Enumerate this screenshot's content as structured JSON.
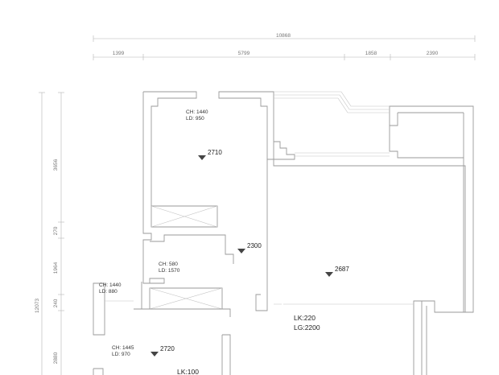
{
  "plan": {
    "dimensions_top": {
      "overall": "10868",
      "segments": [
        "1399",
        "5799",
        "1858",
        "2390"
      ]
    },
    "dimensions_left": [
      "3656",
      "270",
      "1964",
      "240",
      "2880"
    ],
    "dimension_left_total": "12073",
    "annotations": [
      {
        "ch": "CH: 1440",
        "ld": "LD: 950"
      },
      {
        "ch": "CH: 580",
        "ld": "LD: 1570"
      },
      {
        "ch": "CH: 1440",
        "ld": "LD: 880"
      },
      {
        "ch": "CH: 1445",
        "ld": "LD: 970"
      }
    ],
    "levels": [
      "2710",
      "2300",
      "2687",
      "2720"
    ],
    "labels": {
      "lk1": "LK:220",
      "lg1": "LG:2200",
      "lk2": "LK:100"
    }
  }
}
